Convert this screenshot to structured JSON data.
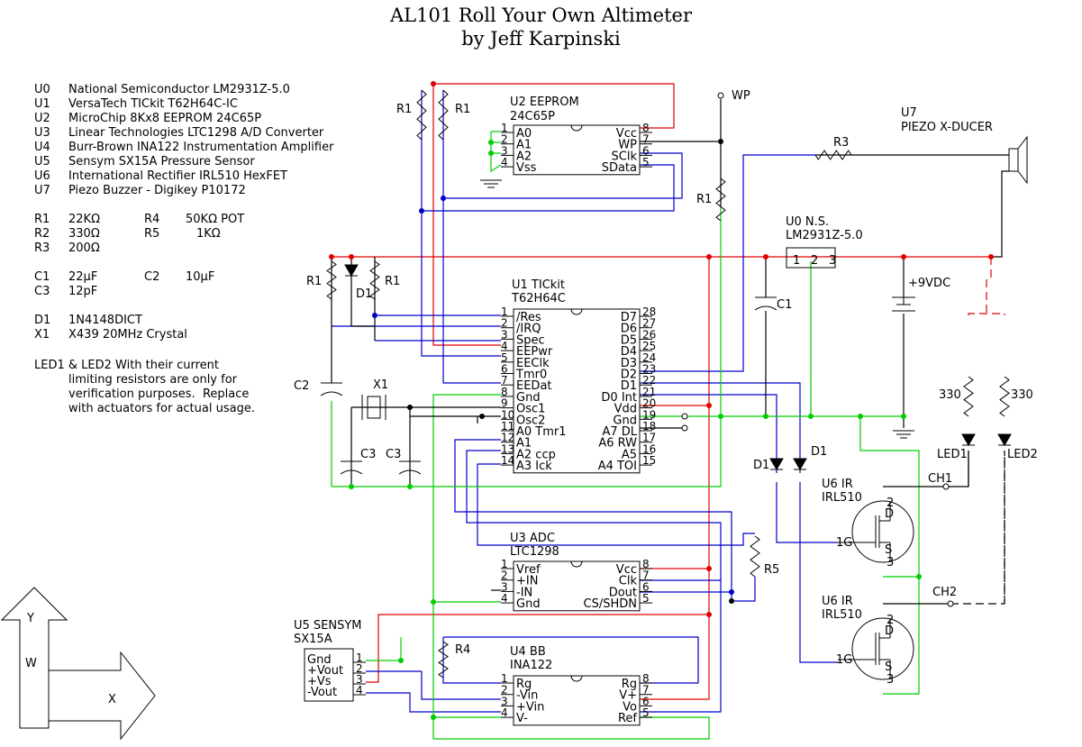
{
  "title": {
    "line1": "AL101 Roll Your Own Altimeter",
    "line2": "by Jeff Karpinski"
  },
  "parts": [
    {
      "ref": "U0",
      "desc": "National Semiconductor LM2931Z-5.0"
    },
    {
      "ref": "U1",
      "desc": "VersaTech TICkit T62H64C-IC"
    },
    {
      "ref": "U2",
      "desc": "MicroChip 8Kx8 EEPROM 24C65P"
    },
    {
      "ref": "U3",
      "desc": "Linear Technologies LTC1298 A/D Converter"
    },
    {
      "ref": "U4",
      "desc": "Burr-Brown INA122 Instrumentation Amplifier"
    },
    {
      "ref": "U5",
      "desc": "Sensym SX15A Pressure Sensor"
    },
    {
      "ref": "U6",
      "desc": "International Rectifier IRL510 HexFET"
    },
    {
      "ref": "U7",
      "desc": "Piezo Buzzer - Digikey P10172"
    }
  ],
  "values": [
    {
      "a": "R1",
      "av": "22KΩ",
      "b": "R4",
      "bv": "50KΩ POT"
    },
    {
      "a": "R2",
      "av": "330Ω",
      "b": "R5",
      "bv": "1KΩ"
    },
    {
      "a": "R3",
      "av": "200Ω",
      "b": "",
      "bv": ""
    },
    {
      "a": "",
      "av": "",
      "b": "",
      "bv": ""
    },
    {
      "a": "C1",
      "av": "22μF",
      "b": "C2",
      "bv": "10μF"
    },
    {
      "a": "C3",
      "av": "12pF",
      "b": "",
      "bv": ""
    },
    {
      "a": "",
      "av": "",
      "b": "",
      "bv": ""
    },
    {
      "a": "D1",
      "av": "1N4148DICT",
      "b": "",
      "bv": ""
    },
    {
      "a": "X1",
      "av": "X439 20MHz Crystal",
      "b": "",
      "bv": ""
    }
  ],
  "note": {
    "line1": "LED1 & LED2 With their current",
    "line2": "limiting resistors are only for",
    "line3": "verification purposes.  Replace",
    "line4": "with actuators for actual usage."
  },
  "schematic": {
    "u2": {
      "name": "U2 EEPROM",
      "part": "24C65P",
      "left_pins": [
        {
          "n": "1",
          "l": "A0"
        },
        {
          "n": "2",
          "l": "A1"
        },
        {
          "n": "3",
          "l": "A2"
        },
        {
          "n": "4",
          "l": "Vss"
        }
      ],
      "right_pins": [
        {
          "n": "8",
          "l": "Vcc"
        },
        {
          "n": "7",
          "l": "WP"
        },
        {
          "n": "6",
          "l": "SClk"
        },
        {
          "n": "5",
          "l": "SData"
        }
      ]
    },
    "u1": {
      "name": "U1 TICkit",
      "part": "T62H64C",
      "left_pins": [
        {
          "n": "1",
          "l": "/Res"
        },
        {
          "n": "2",
          "l": "/IRQ"
        },
        {
          "n": "3",
          "l": "Spec"
        },
        {
          "n": "4",
          "l": "EEPwr"
        },
        {
          "n": "5",
          "l": "EEClk"
        },
        {
          "n": "6",
          "l": "Tmr0"
        },
        {
          "n": "7",
          "l": "EEDat"
        },
        {
          "n": "8",
          "l": "Gnd"
        },
        {
          "n": "9",
          "l": "Osc1"
        },
        {
          "n": "10",
          "l": "Osc2"
        },
        {
          "n": "11",
          "l": "A0  Tmr1"
        },
        {
          "n": "12",
          "l": "A1"
        },
        {
          "n": "13",
          "l": "A2  ccp"
        },
        {
          "n": "14",
          "l": "A3  Ick"
        }
      ],
      "right_pins": [
        {
          "n": "28",
          "l": "D7"
        },
        {
          "n": "27",
          "l": "D6"
        },
        {
          "n": "26",
          "l": "D5"
        },
        {
          "n": "25",
          "l": "D4"
        },
        {
          "n": "24",
          "l": "D3"
        },
        {
          "n": "23",
          "l": "D2"
        },
        {
          "n": "22",
          "l": "D1"
        },
        {
          "n": "21",
          "l": "D0  Int"
        },
        {
          "n": "20",
          "l": "Vdd"
        },
        {
          "n": "19",
          "l": "Gnd"
        },
        {
          "n": "18",
          "l": "A7  DL"
        },
        {
          "n": "17",
          "l": "A6  RW"
        },
        {
          "n": "16",
          "l": "A5"
        },
        {
          "n": "15",
          "l": "A4  TOI"
        }
      ]
    },
    "u3": {
      "name": "U3 ADC",
      "part": "LTC1298",
      "left_pins": [
        {
          "n": "1",
          "l": "Vref"
        },
        {
          "n": "2",
          "l": "+IN"
        },
        {
          "n": "3",
          "l": "-IN"
        },
        {
          "n": "4",
          "l": "Gnd"
        }
      ],
      "right_pins": [
        {
          "n": "8",
          "l": "Vcc"
        },
        {
          "n": "7",
          "l": "Clk"
        },
        {
          "n": "6",
          "l": "Dout"
        },
        {
          "n": "5",
          "l": "CS/SHDN"
        }
      ]
    },
    "u4": {
      "name": "U4 BB",
      "part": "INA122",
      "left_pins": [
        {
          "n": "1",
          "l": "Rg"
        },
        {
          "n": "2",
          "l": "-Vin"
        },
        {
          "n": "3",
          "l": "+Vin"
        },
        {
          "n": "4",
          "l": "V-"
        }
      ],
      "right_pins": [
        {
          "n": "8",
          "l": "Rg"
        },
        {
          "n": "7",
          "l": "V+"
        },
        {
          "n": "6",
          "l": "Vo"
        },
        {
          "n": "5",
          "l": "Ref"
        }
      ]
    },
    "u5": {
      "name": "U5 SENSYM",
      "part": "SX15A",
      "pins": [
        {
          "n": "1",
          "l": "Gnd"
        },
        {
          "n": "2",
          "l": "+Vout"
        },
        {
          "n": "3",
          "l": "+Vs"
        },
        {
          "n": "4",
          "l": "-Vout"
        }
      ]
    },
    "u0": {
      "name": "U0 N.S.",
      "part": "LM2931Z-5.0",
      "pins": [
        "1",
        "2",
        "3"
      ]
    },
    "u7": {
      "name": "U7",
      "part": "PIEZO X-DUCER"
    },
    "u6a": {
      "name": "U6 IR",
      "part": "IRL510",
      "g": "1G",
      "d": "2",
      "s": "3",
      "dl": "D",
      "sl": "S"
    },
    "u6b": {
      "name": "U6 IR",
      "part": "IRL510",
      "g": "1G",
      "d": "2",
      "s": "3",
      "dl": "D",
      "sl": "S"
    },
    "labels": {
      "wp": "WP",
      "r1": "R1",
      "r3": "R3",
      "r4": "R4",
      "r5": "R5",
      "c1": "C1",
      "c2": "C2",
      "c3": "C3",
      "d1": "D1",
      "x1": "X1",
      "battery": "+9VDC",
      "r330": "330",
      "led1": "LED1",
      "led2": "LED2",
      "ch1": "CH1",
      "ch2": "CH2",
      "axis_y": "Y",
      "axis_w": "W",
      "axis_x": "X"
    },
    "colors": {
      "red": "#e00000",
      "blue": "#0000cc",
      "green": "#00cc00",
      "black": "#000000"
    }
  }
}
